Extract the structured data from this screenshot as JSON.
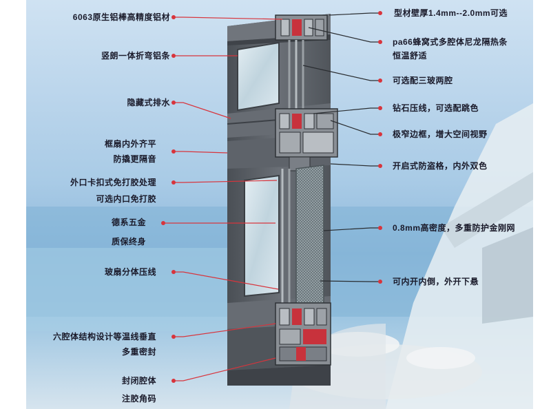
{
  "colors": {
    "frame": "#5b6066",
    "frame_dark": "#3c4046",
    "frame_light": "#7c8188",
    "gasket": "#c8323c",
    "leader": "#d8343c",
    "glass": "#c9dce6",
    "mesh": "#7d8a90",
    "text": "#1a1a2a"
  },
  "left_labels": [
    {
      "text": "6063原生铝棒高精度铝材"
    },
    {
      "text": "竖朗一体折弯铝条"
    },
    {
      "text": "隐藏式排水"
    },
    {
      "text": "框扇内外齐平"
    },
    {
      "text": "防撬更隔音"
    },
    {
      "text": "外口卡扣式免打胶处理"
    },
    {
      "text": "可选内口免打胶"
    },
    {
      "text": "德系五金"
    },
    {
      "text": "质保终身"
    },
    {
      "text": "玻扇分体压线"
    },
    {
      "text": "六腔体结构设计等温线垂直"
    },
    {
      "text": "多重密封"
    },
    {
      "text": "封闭腔体"
    },
    {
      "text": "注胶角码"
    }
  ],
  "right_labels": [
    {
      "text": "型材壁厚1.4mm--2.0mm可选"
    },
    {
      "text": "pa66蜂窝式多腔体尼龙隔热条"
    },
    {
      "text": "恒温舒适"
    },
    {
      "text": "可选配三玻两腔"
    },
    {
      "text": "钻石压线，可选配跳色"
    },
    {
      "text": "极窄边框，增大空间视野"
    },
    {
      "text": "开启式防盗格，内外双色"
    },
    {
      "text": "0.8mm高密度，多重防护金刚网"
    },
    {
      "text": "可内开内倒，外开下悬"
    }
  ]
}
